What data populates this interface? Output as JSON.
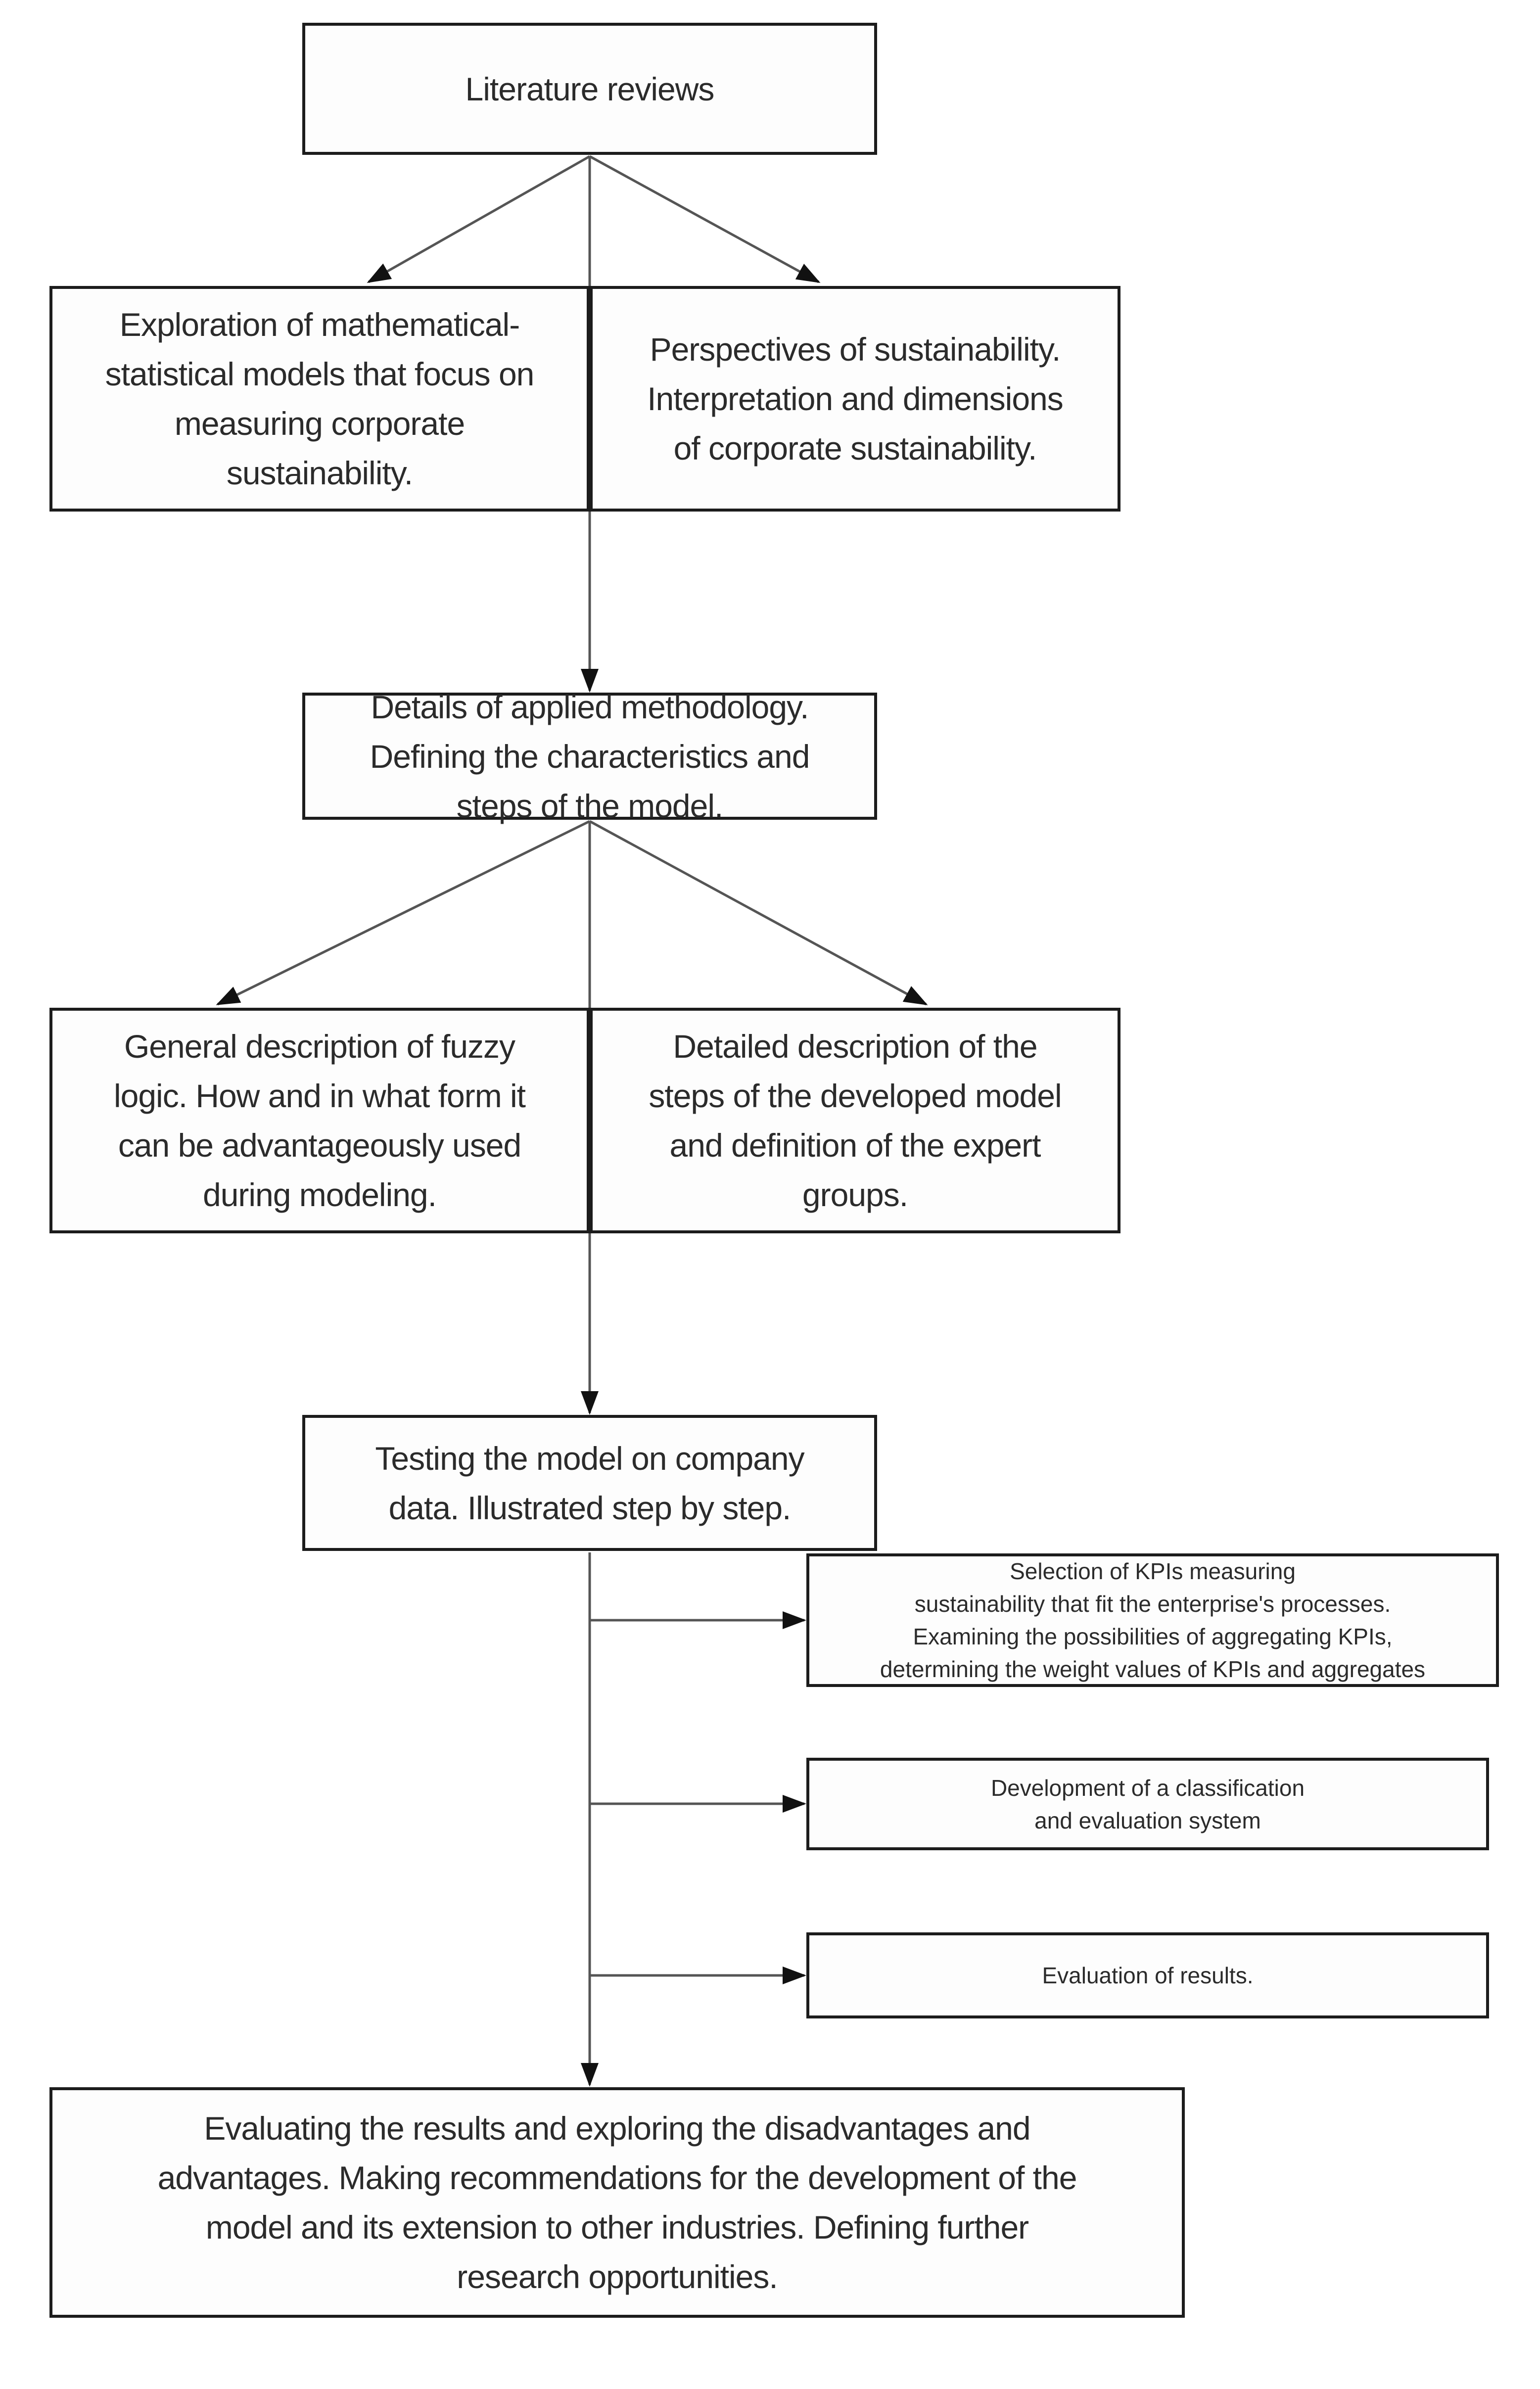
{
  "diagram": {
    "title": "Research methodology flowchart",
    "nodes": {
      "literature": {
        "label": "Literature reviews"
      },
      "exploration": {
        "label": "Exploration of mathematical-\nstatistical models that focus on\nmeasuring corporate\nsustainability."
      },
      "perspectives": {
        "label": "Perspectives of sustainability.\nInterpretation and dimensions\nof corporate sustainability."
      },
      "methodology": {
        "label": "Details of applied methodology.\nDefining the characteristics and\nsteps of the model."
      },
      "fuzzy": {
        "label": "General description of fuzzy\nlogic. How and in what form it\ncan be advantageously used\nduring modeling."
      },
      "steps": {
        "label": "Detailed description of the\nsteps of the developed model\nand definition of the expert\ngroups."
      },
      "testing": {
        "label": "Testing the model on company\ndata. Illustrated step by step."
      },
      "kpi": {
        "label": "Selection of KPIs measuring\nsustainability that fit the enterprise's processes.\nExamining the possibilities of aggregating KPIs,\ndetermining the weight values of KPIs and aggregates"
      },
      "classification": {
        "label": "Development of a classification\nand evaluation system"
      },
      "evaluation": {
        "label": "Evaluation of results."
      },
      "conclusions": {
        "label": "Evaluating the results and exploring the disadvantages and\nadvantages. Making recommendations for the development of the\nmodel and its extension to other industries. Defining further\nresearch opportunities."
      }
    },
    "colors": {
      "box_border": "#1c1c1c",
      "box_fill": "#fdfdfd",
      "line": "#555555",
      "arrowhead": "#111111",
      "text": "#2b2b2b"
    }
  }
}
